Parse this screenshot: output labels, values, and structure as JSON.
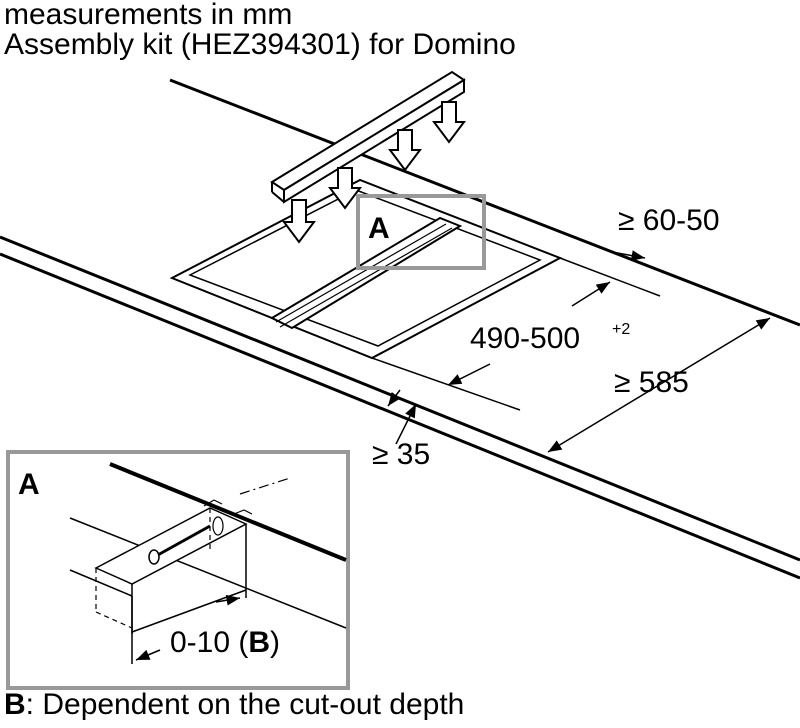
{
  "header": {
    "line1": "measurements in mm",
    "line2": "Assembly kit (HEZ394301) for Domino"
  },
  "labels": {
    "callout": "A",
    "dim_rear": "≥ 60-50",
    "dim_width": "490-500",
    "dim_width_tol": "+2",
    "dim_depth": "≥ 585",
    "dim_front": "≥ 35",
    "detail_callout": "A",
    "detail_dim": "0-10 (",
    "detail_dim_bold": "B",
    "detail_dim_close": ")"
  },
  "footer": {
    "key": "B",
    "text": ": Dependent on the cut-out depth"
  },
  "colors": {
    "frame": "#999999",
    "ink": "#000000"
  }
}
